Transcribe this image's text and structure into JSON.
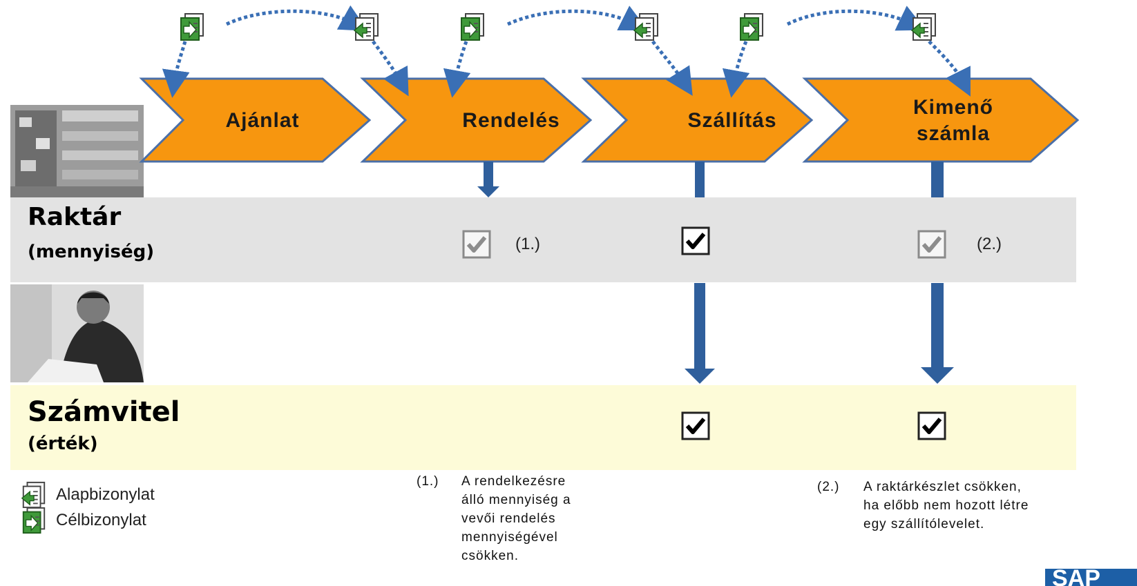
{
  "steps": [
    {
      "label": "Ajánlat"
    },
    {
      "label": "Rendelés"
    },
    {
      "label": "Szállítás"
    },
    {
      "label": "Kimenő számla"
    }
  ],
  "bands": {
    "warehouse": {
      "title": "Raktár",
      "subtitle": "(mennyiség)"
    },
    "accounting": {
      "title": "Számvitel",
      "subtitle": "(érték)"
    }
  },
  "annotations": {
    "order": "(1.)",
    "invoice": "(2.)"
  },
  "legend": {
    "base_document": "Alapbizonylat",
    "target_document": "Célbizonylat"
  },
  "notes": {
    "note1_marker": "(1.)",
    "note1_lines": [
      "A rendelkezésre",
      "álló mennyiség a",
      "vevői rendelés",
      "mennyiségével",
      "csökken."
    ],
    "note2_marker": "(2.)",
    "note2_lines": [
      "A raktárkészlet csökken,",
      "ha előbb nem hozott létre",
      "egy szállítólevelet."
    ]
  },
  "logo": "SAP",
  "colors": {
    "chevron": "#f7960f",
    "flow_arrow": "#2f5f9c",
    "link_arrow": "#3a6fb5",
    "warehouse_band": "#e3e3e3",
    "accounting_band": "#fdfbd8"
  }
}
